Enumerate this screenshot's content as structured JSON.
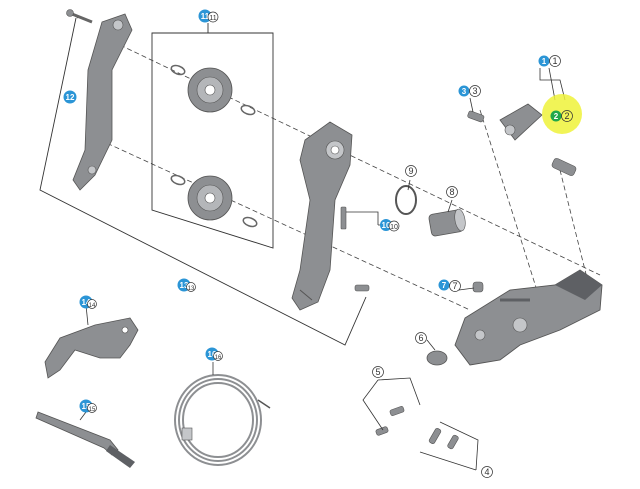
{
  "colors": {
    "badge_blue": "#2b95d6",
    "badge_green": "#1fa84a",
    "highlight_yellow": "#eef23a",
    "line_dark": "#333333",
    "part_fill": "#8d8f92",
    "part_dark": "#5e6064",
    "part_light": "#c4c6c9"
  },
  "callouts": [
    {
      "id": "1",
      "badge": "1",
      "num": "1",
      "color": "blue"
    },
    {
      "id": "2",
      "badge": "2",
      "num": "2",
      "color": "green",
      "highlighted": true
    },
    {
      "id": "3",
      "badge": "3",
      "num": "3",
      "color": "blue"
    },
    {
      "id": "4",
      "badge": "",
      "num": "4",
      "color": "none"
    },
    {
      "id": "5",
      "badge": "",
      "num": "5",
      "color": "none"
    },
    {
      "id": "6",
      "badge": "",
      "num": "6",
      "color": "none"
    },
    {
      "id": "7",
      "badge": "7",
      "num": "7",
      "color": "blue"
    },
    {
      "id": "8",
      "badge": "",
      "num": "8",
      "color": "none"
    },
    {
      "id": "9",
      "badge": "",
      "num": "9",
      "color": "none"
    },
    {
      "id": "10",
      "badge": "10",
      "num": "10",
      "color": "blue"
    },
    {
      "id": "11",
      "badge": "11",
      "num": "11",
      "color": "blue"
    },
    {
      "id": "12",
      "badge": "12",
      "num": "",
      "color": "blue"
    },
    {
      "id": "13",
      "badge": "13",
      "num": "13",
      "color": "blue"
    },
    {
      "id": "14",
      "badge": "14",
      "num": "14",
      "color": "blue"
    },
    {
      "id": "15",
      "badge": "15",
      "num": "15",
      "color": "blue"
    },
    {
      "id": "16",
      "badge": "16",
      "num": "16",
      "color": "blue"
    }
  ]
}
